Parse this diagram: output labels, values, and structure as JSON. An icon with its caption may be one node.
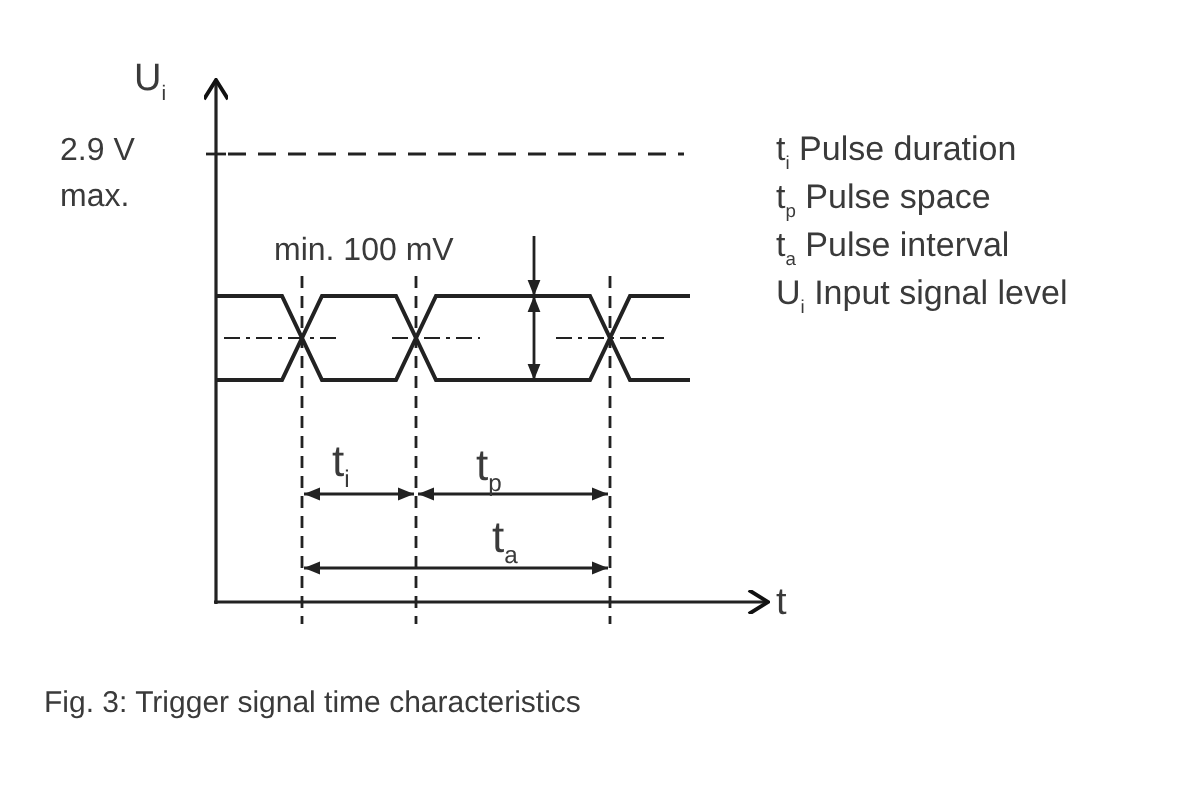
{
  "diagram": {
    "caption": "Fig. 3: Trigger signal time characteristics",
    "labels": [
      "U$_{i}$",
      "2.9 V",
      "max.",
      "min. 100 mV",
      "t$_{i}$",
      "t$_{p}$",
      "t$_{a}$",
      "t",
      "t$_{i}$ Pulse duration",
      "t$_{p}$ Pulse space",
      "t$_{a}$ Pulse interval",
      "U$_{i}$ Input signal level"
    ]
  }
}
